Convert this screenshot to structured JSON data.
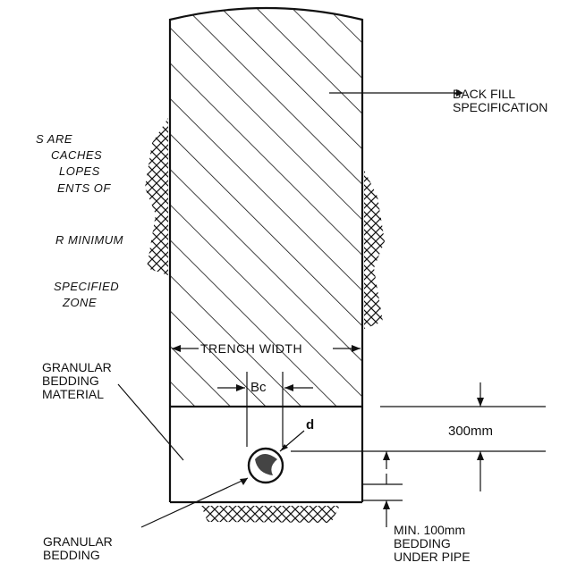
{
  "labels": {
    "back_fill": [
      "BACK FILL",
      "SPECIFICATION"
    ],
    "trench_width": "TRENCH WIDTH",
    "bc": "Bc",
    "d": "d",
    "granular_bedding_material": [
      "GRANULAR",
      "BEDDING",
      "MATERIAL"
    ],
    "granular_bedding": [
      "GRANULAR",
      "BEDDING"
    ],
    "dim_300": "300mm",
    "min_bedding": [
      "MIN. 100mm",
      "BEDDING",
      "UNDER PIPE"
    ]
  },
  "notes": [
    "S ARE",
    "CACHES",
    "LOPES",
    "ENTS OF",
    "R MINIMUM",
    "SPECIFIED",
    "ZONE"
  ],
  "colors": {
    "ink": "#111111",
    "pipe_fill": "#444444"
  }
}
